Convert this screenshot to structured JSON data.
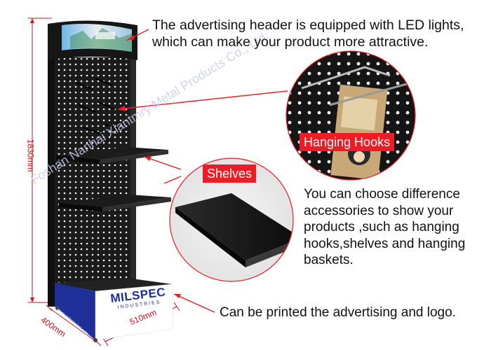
{
  "captions": {
    "header_line1": "The advertising header is equipped with LED lights,",
    "header_line2": "which can make your product more attractive.",
    "accessories_line1": "You can choose difference",
    "accessories_line2": "accessories to show your",
    "accessories_line3": "products ,such as hanging",
    "accessories_line4": "hooks,shelves and hanging",
    "accessories_line5": "baskets.",
    "print": "Can be printed the advertising and logo."
  },
  "labels": {
    "hooks": "Hanging Hooks",
    "shelves": "Shelves"
  },
  "dimensions": {
    "height": "1830mm",
    "depth": "400mm",
    "width": "510mm"
  },
  "brand": {
    "logo": "MILSPEC",
    "sub": "INDUSTRIES",
    "url": "www.milspecind.com"
  },
  "watermark": "Foshan Nanhai Xiantmry Metal Products Co., Ltd.",
  "colors": {
    "accent_red": "#ee1c25",
    "dimension_red": "#d4111a",
    "panel_black": "#1a1a1a",
    "base_blue": "#1e2f9a"
  }
}
